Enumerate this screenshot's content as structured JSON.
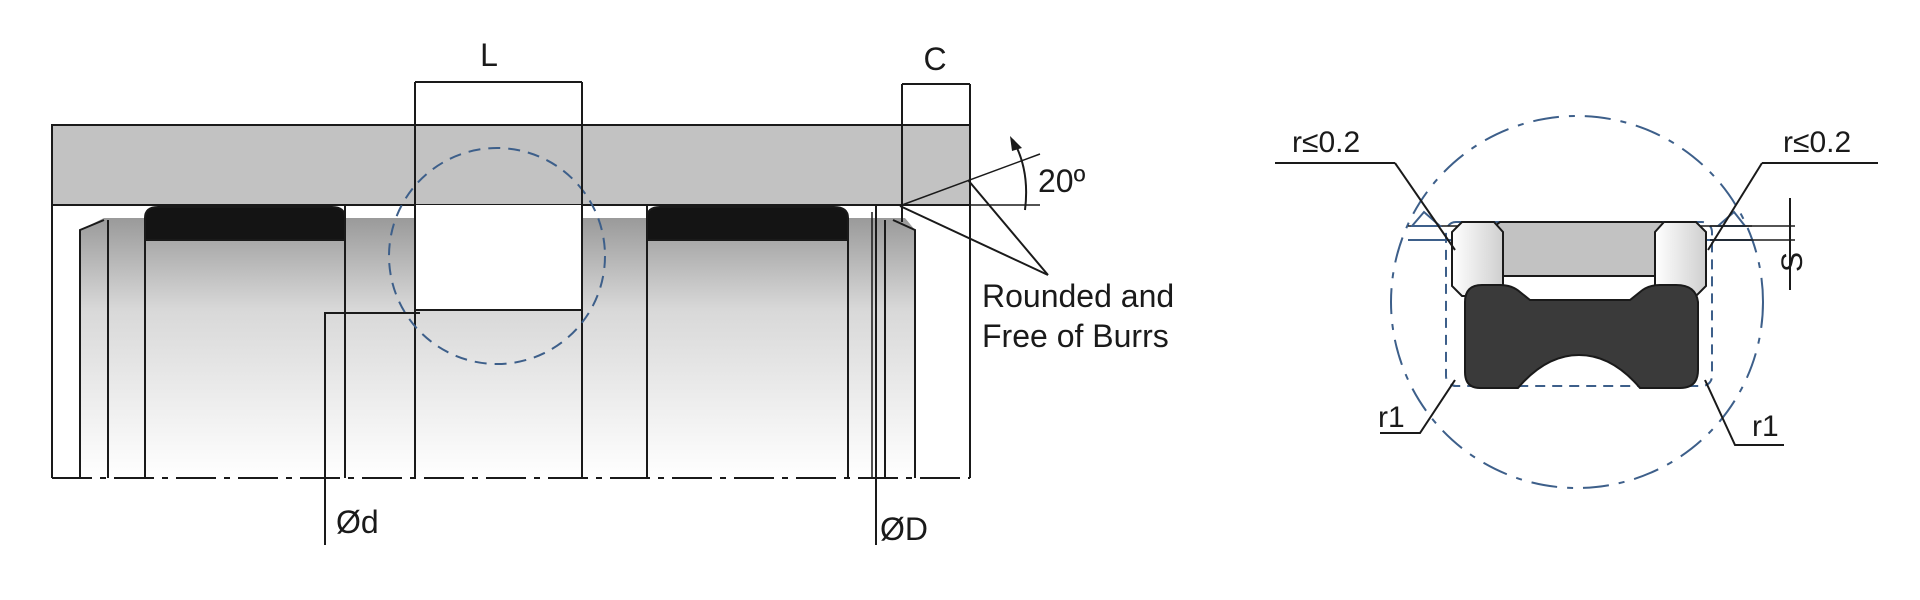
{
  "labels": {
    "length": "L",
    "chamfer": "C",
    "angle": "20º",
    "note_line1": "Rounded and",
    "note_line2": "Free of Burrs",
    "bore_small": "Ød",
    "bore_large": "ØD",
    "radius_left": "r≤0.2",
    "radius_right": "r≤0.2",
    "clearance": "S",
    "corner_left": "r1",
    "corner_right": "r1"
  },
  "colors": {
    "housing": "#c2c2c2",
    "seal": "#141414",
    "seal_dark": "#3a3a3a",
    "outline": "#1a1a1a",
    "detail_circle": "#3d5f8a"
  }
}
